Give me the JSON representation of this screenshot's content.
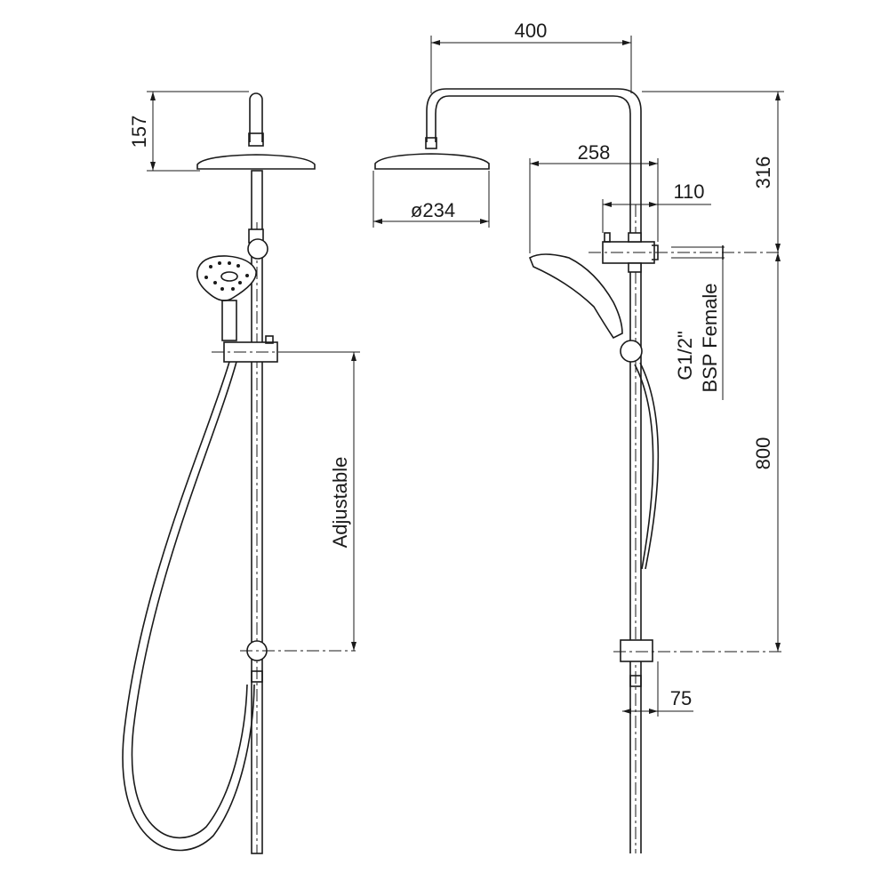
{
  "dimensions": {
    "arm_length": "400",
    "head_height": "157",
    "head_diameter": "ø234",
    "arm_drop": "316",
    "handshower_reach": "258",
    "bracket_offset": "110",
    "rail_centres": "800",
    "bottom_offset": "75",
    "adjustable": "Adjustable",
    "inlet_line1": "G1/2\"",
    "inlet_line2": "BSP Female"
  },
  "colors": {
    "line": "#1a1a1a",
    "background": "#ffffff"
  }
}
